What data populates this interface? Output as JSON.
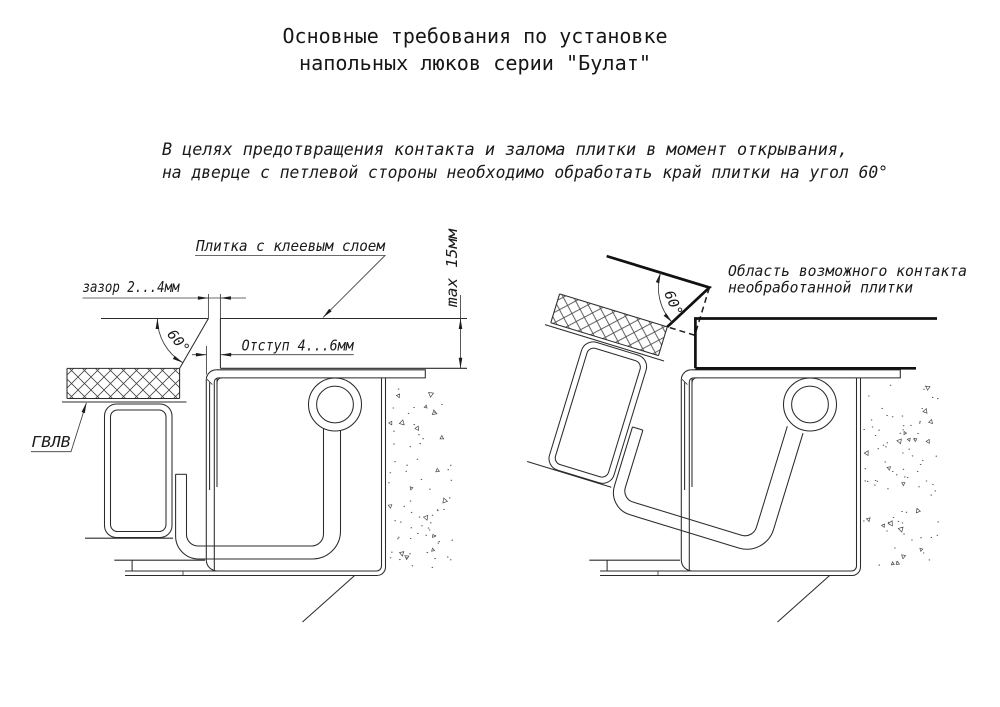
{
  "document": {
    "kind": "engineering-installation-diagram",
    "language": "ru",
    "background_color": "#ffffff",
    "line_color": "#2b2b2b",
    "text_color": "#1a1a1a"
  },
  "title": {
    "line1": "Основные требования по установке",
    "line2": "напольных люков серии \"Булат\""
  },
  "note": {
    "line1": "В целях предотвращения контакта и залома плитки в момент открывания,",
    "line2": "на дверце с петлевой стороны необходимо обработать край плитки на угол 60°"
  },
  "left_view": {
    "name": "closed-hatch-cross-section",
    "labels": {
      "tile_with_glue": "Плитка с клеевым слоем",
      "gap": "зазор 2...4мм",
      "offset": "Отступ 4...6мм",
      "max_thickness": "max 15мм",
      "angle": "60°",
      "board": "ГВЛВ"
    }
  },
  "right_view": {
    "name": "open-hatch-cross-section",
    "labels": {
      "contact_area_line1": "Область возможного контакта",
      "contact_area_line2": "необработанной плитки",
      "angle": "60°"
    }
  }
}
